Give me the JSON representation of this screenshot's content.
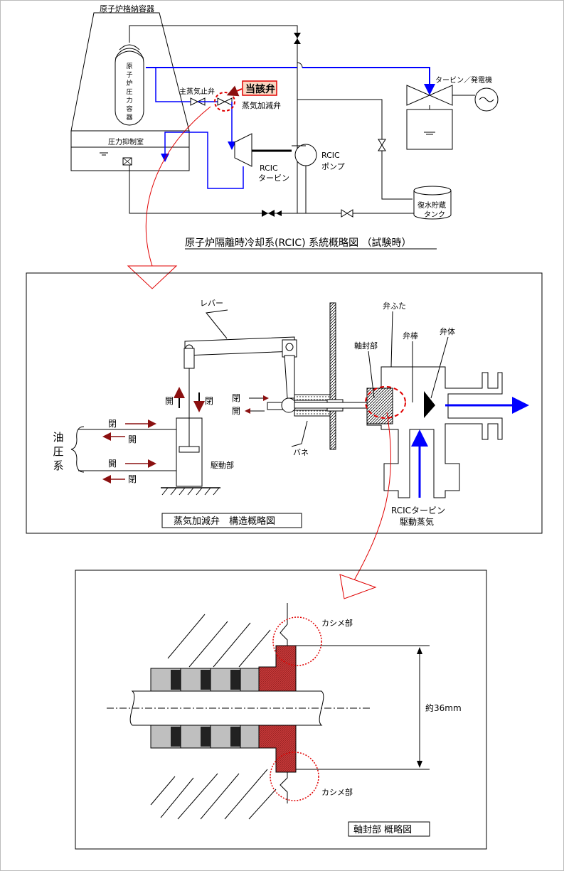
{
  "section1": {
    "containment": "原子炉格納容器",
    "rpv": [
      "原",
      "子",
      "炉",
      "圧",
      "力",
      "容",
      "器"
    ],
    "suppression": "圧力抑制室",
    "msv": "主蒸気止弁",
    "target_valve": "当該弁",
    "steam_valve": "蒸気加減弁",
    "turbine_gen": "タービン／発電機",
    "rcic_turbine_1": "RCIC",
    "rcic_turbine_2": "タービン",
    "rcic_pump_1": "RCIC",
    "rcic_pump_2": "ポンプ",
    "cst_1": "復水貯蔵",
    "cst_2": "タンク",
    "caption": "原子炉隔離時冷却系(RCIC) 系統概略図 （試験時）"
  },
  "section2": {
    "lever": "レバー",
    "bonnet": "弁ふた",
    "seal": "軸封部",
    "stem": "弁棒",
    "body": "弁体",
    "open": "開",
    "close": "閉",
    "spring": "バネ",
    "actuator": "駆動部",
    "hydraulic": [
      "油",
      "圧",
      "系"
    ],
    "steam_1": "RCICタービン",
    "steam_2": "駆動蒸気",
    "caption": "蒸気加減弁　構造概略図"
  },
  "section3": {
    "caulk_top": "カシメ部",
    "caulk_bottom": "カシメ部",
    "dimension": "約36mm",
    "caption": "軸封部 概略図"
  },
  "colors": {
    "steam_blue": "#0000ff",
    "highlight_red": "#e00000",
    "dark_red": "#8b1010",
    "seal_red": "#c03a3a"
  }
}
